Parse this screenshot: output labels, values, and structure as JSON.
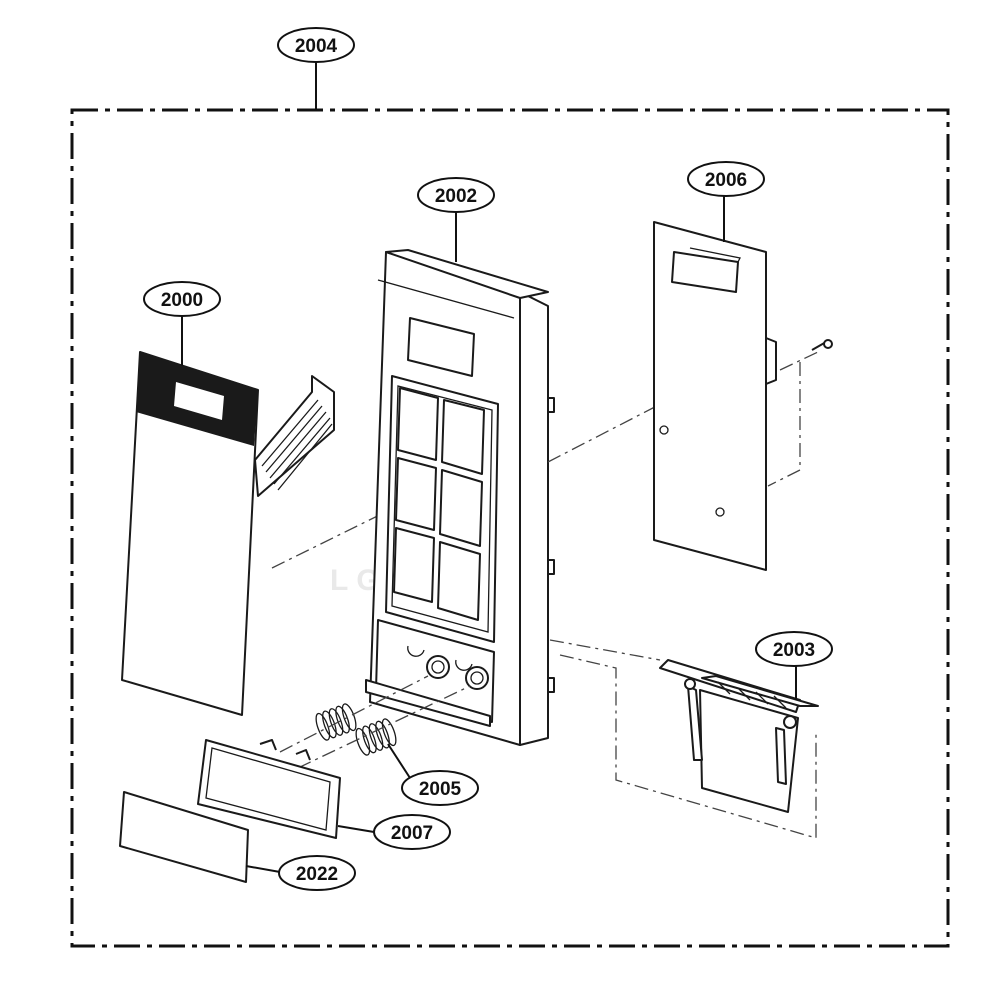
{
  "diagram": {
    "labels": {
      "assembly": "2004",
      "membrane": "2000",
      "frame": "2002",
      "pcb": "2006",
      "lever": "2003",
      "springs": "2005",
      "button": "2007",
      "sticker": "2022"
    },
    "watermark": "LG"
  }
}
